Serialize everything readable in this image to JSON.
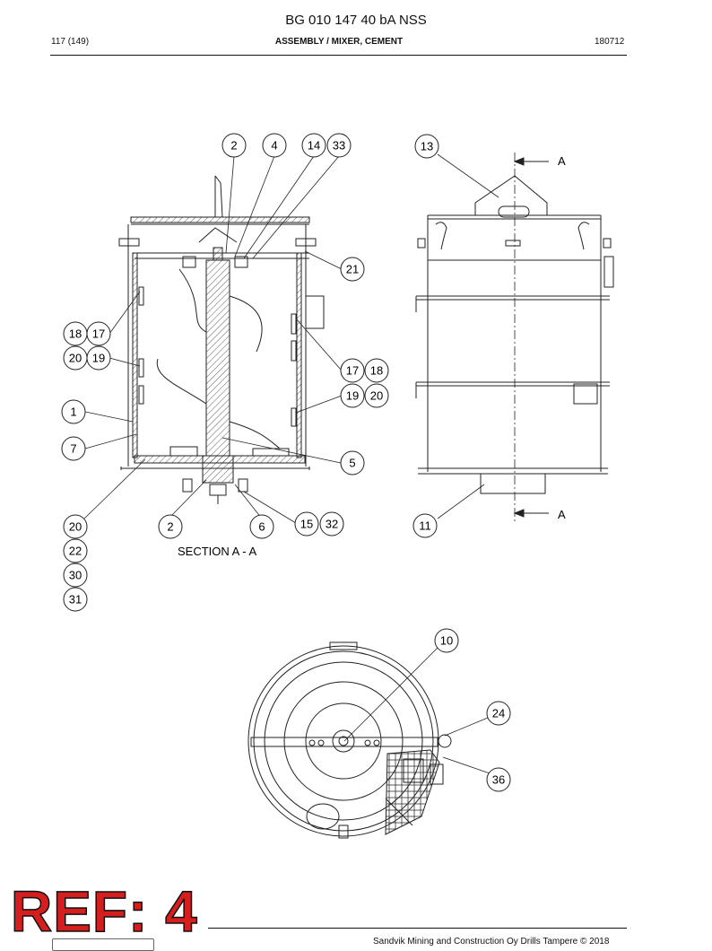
{
  "header": {
    "doc_title": "BG 010 147 40 bA NSS",
    "page": "117 (149)",
    "section": "ASSEMBLY / MIXER, CEMENT",
    "date_code": "180712"
  },
  "drawing": {
    "section_label": "SECTION A - A",
    "cut_label_a": "A",
    "callouts_section": [
      "2",
      "4",
      "14",
      "33",
      "21",
      "18",
      "17",
      "20",
      "19",
      "17",
      "18",
      "19",
      "20",
      "1",
      "7",
      "5",
      "20",
      "2",
      "6",
      "15",
      "32",
      "22",
      "30",
      "31"
    ],
    "callouts_side": [
      "13",
      "11"
    ],
    "callouts_bottom": [
      "10",
      "24",
      "36"
    ]
  },
  "footer": {
    "stamp": "REF: 4",
    "copyright": "Sandvik Mining and Construction Oy Drills Tampere © 2018"
  }
}
